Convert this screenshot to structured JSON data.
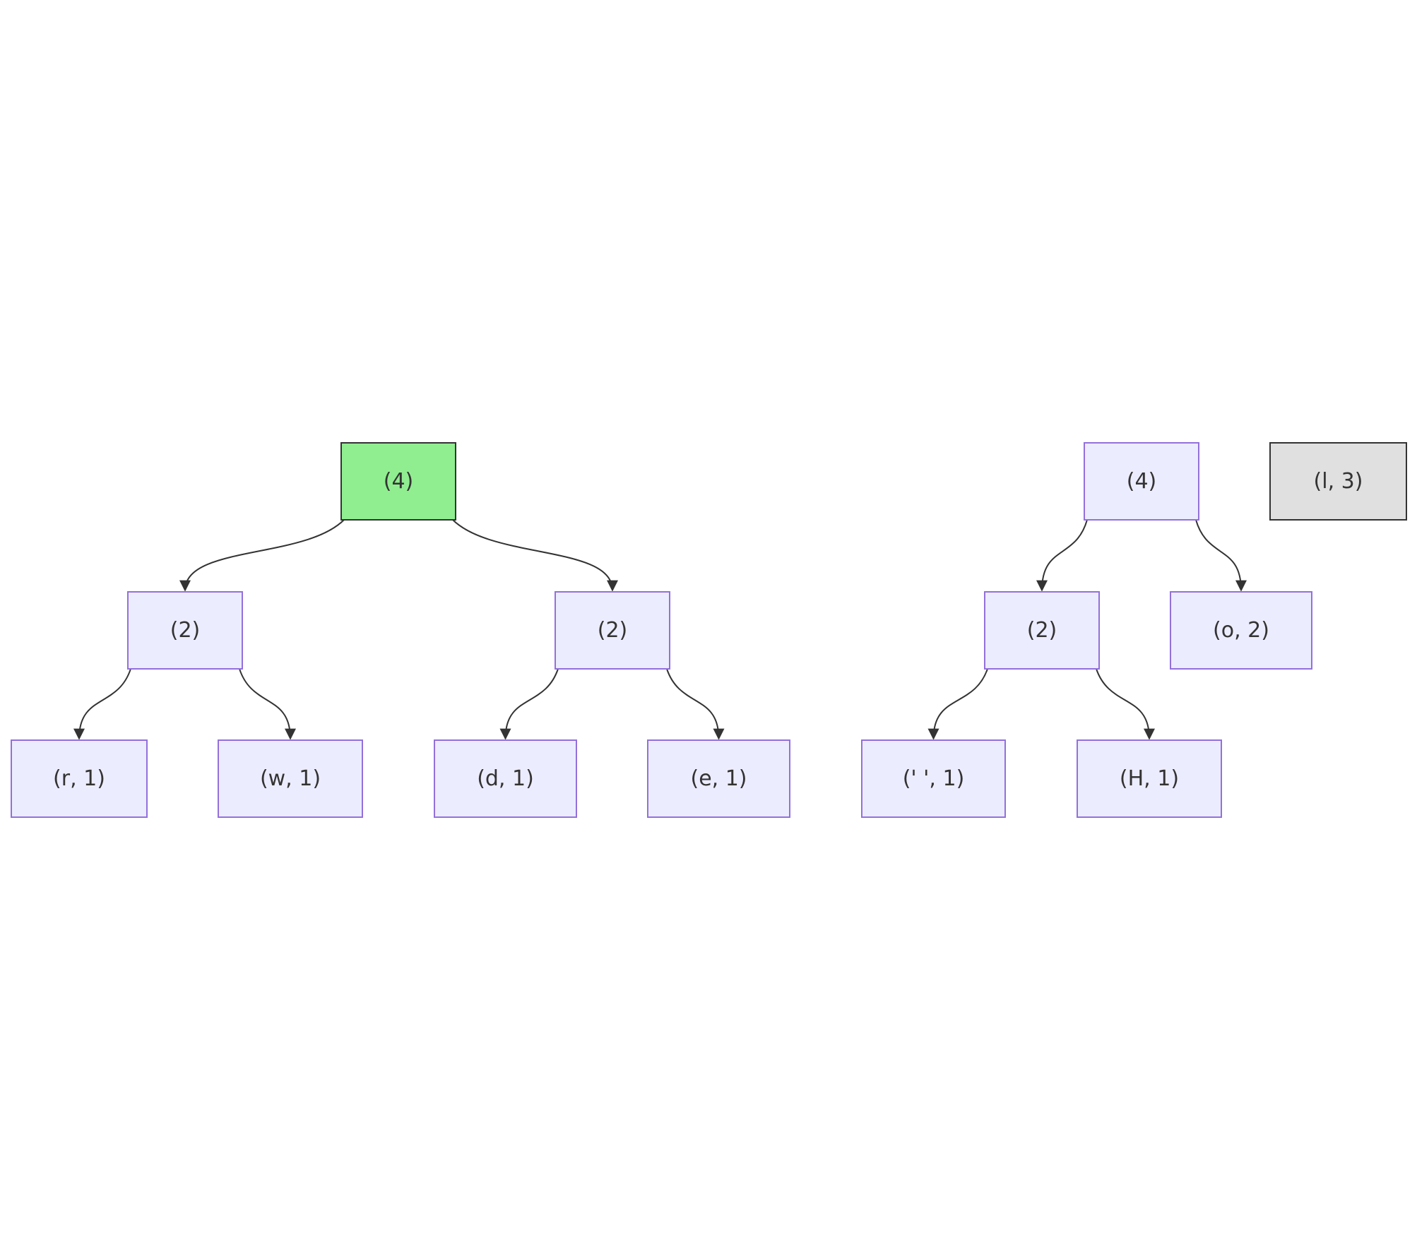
{
  "colors": {
    "default_fill": "#ECECFF",
    "default_stroke": "#9370DB",
    "highlight_fill": "#90EE90",
    "highlight_stroke": "#333333",
    "muted_fill": "#E0E0E0",
    "muted_stroke": "#333333",
    "edge": "#333333",
    "text": "#333333"
  },
  "nodes": [
    {
      "id": "left-root",
      "label": "(4)",
      "style": "highlight"
    },
    {
      "id": "left-a",
      "label": "(2)",
      "style": "default"
    },
    {
      "id": "left-b",
      "label": "(2)",
      "style": "default"
    },
    {
      "id": "leaf-r",
      "label": "(r, 1)",
      "style": "default"
    },
    {
      "id": "leaf-w",
      "label": "(w, 1)",
      "style": "default"
    },
    {
      "id": "leaf-d",
      "label": "(d, 1)",
      "style": "default"
    },
    {
      "id": "leaf-e",
      "label": "(e, 1)",
      "style": "default"
    },
    {
      "id": "right-root",
      "label": "(4)",
      "style": "default"
    },
    {
      "id": "right-a",
      "label": "(2)",
      "style": "default"
    },
    {
      "id": "leaf-o",
      "label": "(o, 2)",
      "style": "default"
    },
    {
      "id": "leaf-space",
      "label": "(' ', 1)",
      "style": "default"
    },
    {
      "id": "leaf-h",
      "label": "(H, 1)",
      "style": "default"
    },
    {
      "id": "leaf-l",
      "label": "(l, 3)",
      "style": "muted"
    }
  ],
  "edges": [
    {
      "from": "left-root",
      "to": "left-a"
    },
    {
      "from": "left-root",
      "to": "left-b"
    },
    {
      "from": "left-a",
      "to": "leaf-r"
    },
    {
      "from": "left-a",
      "to": "leaf-w"
    },
    {
      "from": "left-b",
      "to": "leaf-d"
    },
    {
      "from": "left-b",
      "to": "leaf-e"
    },
    {
      "from": "right-root",
      "to": "right-a"
    },
    {
      "from": "right-root",
      "to": "leaf-o"
    },
    {
      "from": "right-a",
      "to": "leaf-space"
    },
    {
      "from": "right-a",
      "to": "leaf-h"
    }
  ]
}
